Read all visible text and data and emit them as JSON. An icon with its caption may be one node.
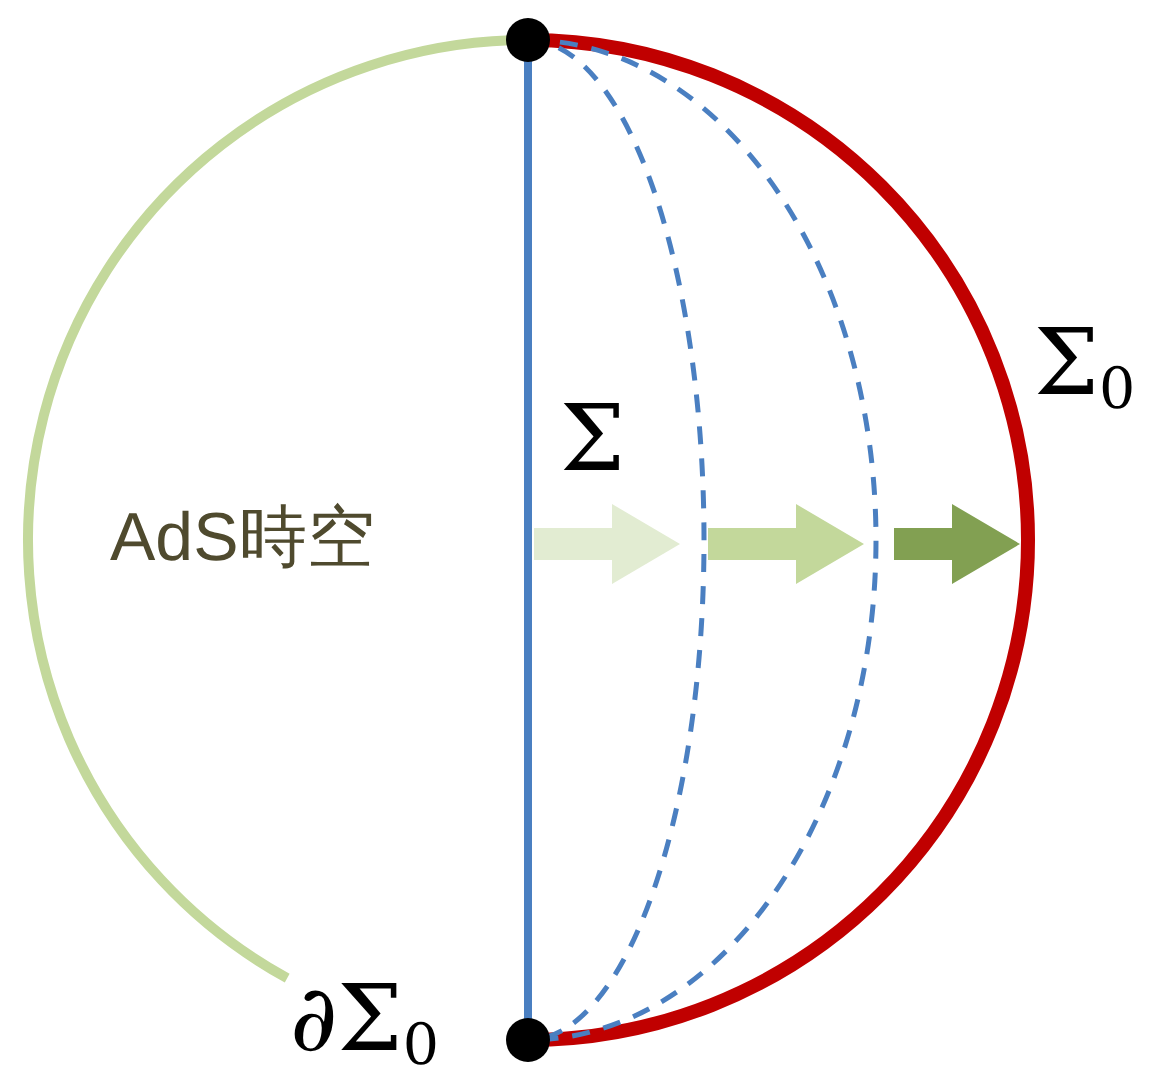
{
  "diagram": {
    "labels": [
      "Σ$_{0}$",
      "Σ",
      "AdS時空",
      "∂Σ$_{0}$"
    ]
  }
}
